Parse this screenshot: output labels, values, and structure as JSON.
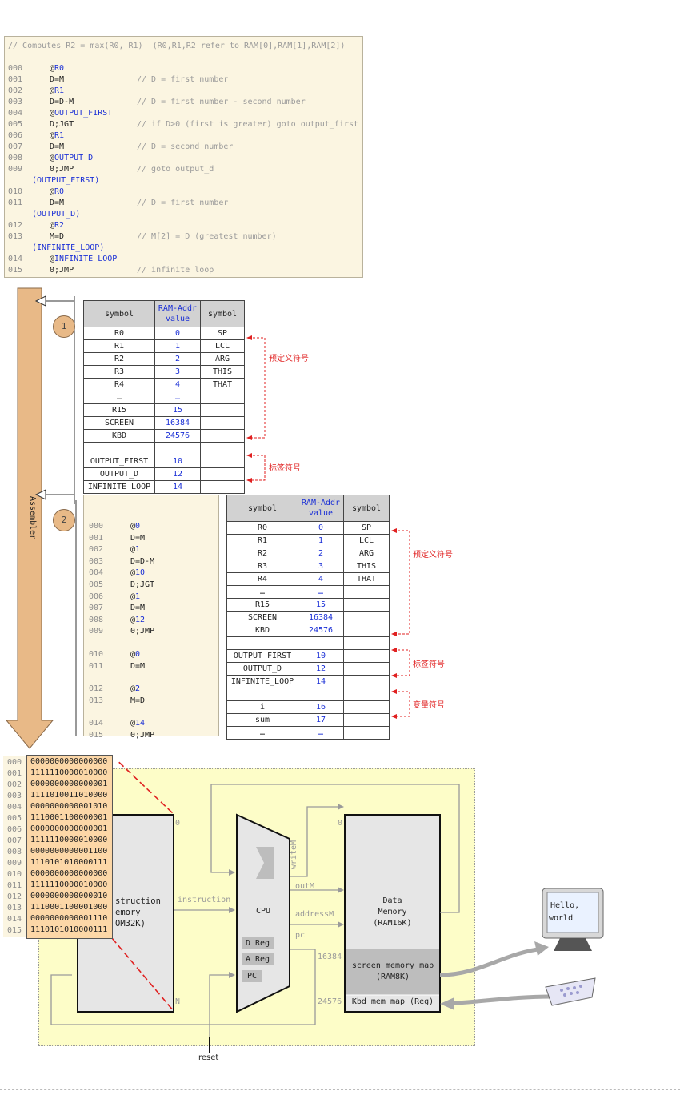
{
  "source": {
    "header_comment": "// Computes R2 = max(R0, R1)  (R0,R1,R2 refer to RAM[0],RAM[1],RAM[2])",
    "lines": [
      {
        "ln": "000",
        "pre": "@",
        "sym": "R0",
        "post": "",
        "comment": "",
        "indent": "inst"
      },
      {
        "ln": "001",
        "pre": "D=M",
        "sym": "",
        "post": "",
        "comment": "// D = first number",
        "indent": "inst"
      },
      {
        "ln": "002",
        "pre": "@",
        "sym": "R1",
        "post": "",
        "comment": "",
        "indent": "inst"
      },
      {
        "ln": "003",
        "pre": "D=D-M",
        "sym": "",
        "post": "",
        "comment": "// D = first number - second number",
        "indent": "inst"
      },
      {
        "ln": "004",
        "pre": "@",
        "sym": "OUTPUT_FIRST",
        "post": "",
        "comment": "",
        "indent": "inst"
      },
      {
        "ln": "005",
        "pre": "D;JGT",
        "sym": "",
        "post": "",
        "comment": "// if D>0 (first is greater) goto output_first",
        "indent": "inst"
      },
      {
        "ln": "006",
        "pre": "@",
        "sym": "R1",
        "post": "",
        "comment": "",
        "indent": "inst"
      },
      {
        "ln": "007",
        "pre": "D=M",
        "sym": "",
        "post": "",
        "comment": "// D = second number",
        "indent": "inst"
      },
      {
        "ln": "008",
        "pre": "@",
        "sym": "OUTPUT_D",
        "post": "",
        "comment": "",
        "indent": "inst"
      },
      {
        "ln": "009",
        "pre": "0;JMP",
        "sym": "",
        "post": "",
        "comment": "// goto output_d",
        "indent": "inst"
      },
      {
        "ln": "",
        "pre": "(",
        "sym": "OUTPUT_FIRST",
        "post": ")",
        "comment": "",
        "indent": "label"
      },
      {
        "ln": "010",
        "pre": "@",
        "sym": "R0",
        "post": "",
        "comment": "",
        "indent": "inst"
      },
      {
        "ln": "011",
        "pre": "D=M",
        "sym": "",
        "post": "",
        "comment": "// D = first number",
        "indent": "inst"
      },
      {
        "ln": "",
        "pre": "(",
        "sym": "OUTPUT_D",
        "post": ")",
        "comment": "",
        "indent": "label"
      },
      {
        "ln": "012",
        "pre": "@",
        "sym": "R2",
        "post": "",
        "comment": "",
        "indent": "inst"
      },
      {
        "ln": "013",
        "pre": "M=D",
        "sym": "",
        "post": "",
        "comment": "// M[2] = D (greatest number)",
        "indent": "inst"
      },
      {
        "ln": "",
        "pre": "(",
        "sym": "INFINITE_LOOP",
        "post": ")",
        "comment": "",
        "indent": "label"
      },
      {
        "ln": "014",
        "pre": "@",
        "sym": "INFINITE_LOOP",
        "post": "",
        "comment": "",
        "indent": "inst"
      },
      {
        "ln": "015",
        "pre": "0;JMP",
        "sym": "",
        "post": "",
        "comment": "// infinite loop",
        "indent": "inst"
      }
    ]
  },
  "assembler_label": "Assembler",
  "step1": "1",
  "step2": "2",
  "table_headers": {
    "symbol": "symbol",
    "addr": "RAM-Addr value",
    "symbol2": "symbol"
  },
  "table1": {
    "predefined": [
      [
        "R0",
        "0",
        "SP"
      ],
      [
        "R1",
        "1",
        "LCL"
      ],
      [
        "R2",
        "2",
        "ARG"
      ],
      [
        "R3",
        "3",
        "THIS"
      ],
      [
        "R4",
        "4",
        "THAT"
      ],
      [
        "…",
        "…",
        ""
      ],
      [
        "R15",
        "15",
        ""
      ],
      [
        "SCREEN",
        "16384",
        ""
      ],
      [
        "KBD",
        "24576",
        ""
      ]
    ],
    "labels": [
      [
        "OUTPUT_FIRST",
        "10",
        ""
      ],
      [
        "OUTPUT_D",
        "12",
        ""
      ],
      [
        "INFINITE_LOOP",
        "14",
        ""
      ]
    ]
  },
  "table2": {
    "predefined": [
      [
        "R0",
        "0",
        "SP"
      ],
      [
        "R1",
        "1",
        "LCL"
      ],
      [
        "R2",
        "2",
        "ARG"
      ],
      [
        "R3",
        "3",
        "THIS"
      ],
      [
        "R4",
        "4",
        "THAT"
      ],
      [
        "…",
        "…",
        ""
      ],
      [
        "R15",
        "15",
        ""
      ],
      [
        "SCREEN",
        "16384",
        ""
      ],
      [
        "KBD",
        "24576",
        ""
      ]
    ],
    "labels": [
      [
        "OUTPUT_FIRST",
        "10",
        ""
      ],
      [
        "OUTPUT_D",
        "12",
        ""
      ],
      [
        "INFINITE_LOOP",
        "14",
        ""
      ]
    ],
    "variables": [
      [
        "i",
        "16",
        ""
      ],
      [
        "sum",
        "17",
        ""
      ],
      [
        "…",
        "…",
        ""
      ]
    ]
  },
  "annotations": {
    "predefined": "预定义符号",
    "labels": "标签符号",
    "variables": "变量符号"
  },
  "resolved": [
    {
      "ln": "000",
      "pre": "@",
      "val": "0"
    },
    {
      "ln": "001",
      "pre": "D=M",
      "val": ""
    },
    {
      "ln": "002",
      "pre": "@",
      "val": "1"
    },
    {
      "ln": "003",
      "pre": "D=D-M",
      "val": ""
    },
    {
      "ln": "004",
      "pre": "@",
      "val": "10"
    },
    {
      "ln": "005",
      "pre": "D;JGT",
      "val": ""
    },
    {
      "ln": "006",
      "pre": "@",
      "val": "1"
    },
    {
      "ln": "007",
      "pre": "D=M",
      "val": ""
    },
    {
      "ln": "008",
      "pre": "@",
      "val": "12"
    },
    {
      "ln": "009",
      "pre": "0;JMP",
      "val": ""
    },
    {
      "ln": "010",
      "pre": "@",
      "val": "0"
    },
    {
      "ln": "011",
      "pre": "D=M",
      "val": ""
    },
    {
      "ln": "012",
      "pre": "@",
      "val": "2"
    },
    {
      "ln": "013",
      "pre": "M=D",
      "val": ""
    },
    {
      "ln": "014",
      "pre": "@",
      "val": "14"
    },
    {
      "ln": "015",
      "pre": "0;JMP",
      "val": ""
    }
  ],
  "binary": [
    [
      "000",
      "0000000000000000"
    ],
    [
      "001",
      "1111110000010000"
    ],
    [
      "002",
      "0000000000000001"
    ],
    [
      "003",
      "1111010011010000"
    ],
    [
      "004",
      "0000000000001010"
    ],
    [
      "005",
      "1110001100000001"
    ],
    [
      "006",
      "0000000000000001"
    ],
    [
      "007",
      "1111110000010000"
    ],
    [
      "008",
      "0000000000001100"
    ],
    [
      "009",
      "1110101010000111"
    ],
    [
      "010",
      "0000000000000000"
    ],
    [
      "011",
      "1111110000010000"
    ],
    [
      "012",
      "0000000000000010"
    ],
    [
      "013",
      "1110001100001000"
    ],
    [
      "014",
      "0000000000001110"
    ],
    [
      "015",
      "1110101010000111"
    ]
  ],
  "hardware": {
    "rom_line1": "struction",
    "rom_line2": "emory",
    "rom_line3": "OM32K)",
    "rom_zero": "0",
    "rom_n": "N",
    "instruction": "instruction",
    "cpu": "CPU",
    "dreg": "D Reg",
    "areg": "A Reg",
    "pc": "PC",
    "writeM": "writeM",
    "outM": "outM",
    "addressM": "addressM",
    "pc_out": "pc",
    "ram_zero": "0",
    "ram_title": "Data",
    "ram_title2": "Memory",
    "ram_title3": "(RAM16K)",
    "screen_addr": "16384",
    "screen_map": "screen memory map",
    "screen_map2": "(RAM8K)",
    "kbd_addr": "24576",
    "kbd_map": "Kbd mem map (Reg)",
    "monitor_text1": "Hello,",
    "monitor_text2": "world",
    "reset": "reset"
  },
  "colors": {
    "panel_bg": "#fbf5e1",
    "arrow": "#e8b987",
    "binary_bg": "#fcd7a7",
    "computer_bg": "#fdfdc8",
    "highlight_red": "#e02020",
    "symbol_blue": "#1a2fd6"
  }
}
